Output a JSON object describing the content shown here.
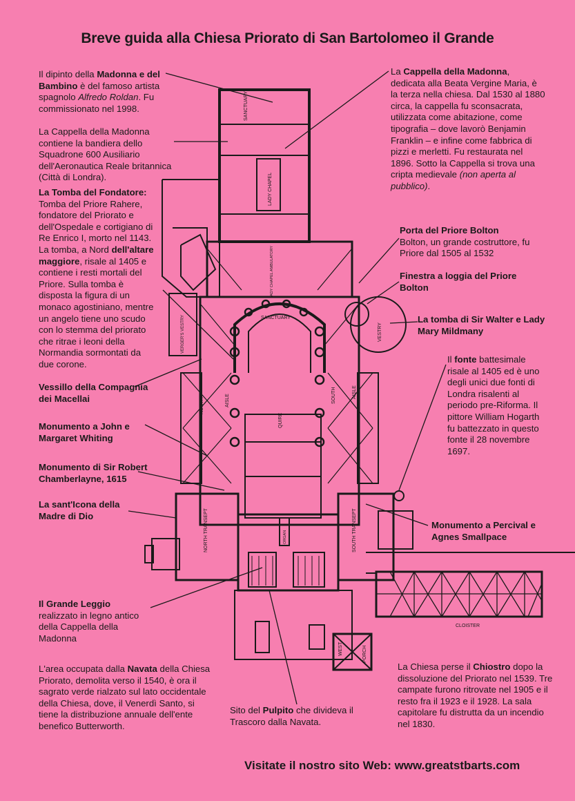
{
  "title": "Breve guida alla Chiesa Priorato di San Bartolomeo il Grande",
  "left_notes": {
    "madonna_painting": {
      "p1": "Il dipinto della ",
      "b1": "Madonna e del Bambino",
      "p2": " è del famoso artista spagnolo ",
      "i1": "Alfredo Roldan",
      "p3": ". Fu commissionato nel 1998."
    },
    "squadron_flag": "La Cappella della Madonna contiene la bandiera dello Squadrone 600 Ausiliario dell'Aeronautica Reale britannica (Città di Londra).",
    "founder_tomb": {
      "b1": "La Tomba del Fondatore:",
      "p1": " Tomba del Priore Rahere, fondatore del Priorato e dell'Ospedale e cortigiano di Re Enrico I, morto nel 1143. La tomba, a Nord ",
      "b2": "dell'altare maggiore",
      "p2": ", risale al 1405 e contiene i resti mortali del Priore. Sulla tomba è disposta la figura di un monaco agostiniano, mentre un angelo tiene uno scudo con lo stemma del priorato che ritrae i leoni della Normandia sormontati da due corone."
    },
    "butchers_banner": "Vessillo della Compagnia dei Macellai",
    "whiting_monument": "Monumento a John e Margaret Whiting",
    "chamberlayne": "Monumento di Sir Robert Chamberlayne, 1615",
    "icon": "La sant'Icona della Madre di Dio",
    "lectern": {
      "b1": "Il Grande Leggio",
      "p1": " realizzato in legno antico della Cappella della Madonna"
    },
    "nave": {
      "p1": "L'area occupata dalla ",
      "b1": "Navata",
      "p2": " della Chiesa Priorato, demolita verso il 1540, è ora il sagrato verde rialzato sul lato occidentale della Chiesa, dove, il Venerdì Santo, si tiene la distribuzione annuale dell'ente benefico Butterworth."
    }
  },
  "right_notes": {
    "lady_chapel": {
      "p1": "La ",
      "b1": "Cappella della Madonna",
      "p2": ", dedicata alla Beata Vergine Maria, è la terza nella chiesa. Dal 1530 al 1880 circa, la cappella fu sconsacrata, utilizzata come abitazione, come tipografia – dove lavorò Benjamin Franklin – e infine come fabbrica di pizzi e merletti. Fu restaurata nel 1896. Sotto la Cappella si trova una cripta medievale ",
      "i1": "(non aperta al pubblico)",
      "p3": "."
    },
    "bolton_door": {
      "b1": "Porta del Priore Bolton",
      "p1": "Bolton, un grande costruttore, fu Priore dal 1505 al 1532"
    },
    "bolton_window": "Finestra a loggia del Priore Bolton",
    "mildmay_tomb": "La tomba di Sir Walter e Lady Mary Mildmany",
    "font": {
      "p1": "Il ",
      "b1": "fonte",
      "p2": " battesimale risale al 1405 ed è uno degli unici due fonti di Londra risalenti al periodo pre-Riforma. Il pittore William Hogarth fu battezzato in questo fonte il 28 novembre 1697."
    },
    "smallpace": "Monumento a Percival e Agnes Smallpace",
    "cloister": {
      "p1": "La Chiesa perse il ",
      "b1": "Chiostro",
      "p2": " dopo la dissoluzione del Priorato nel 1539. Tre campate furono ritrovate nel 1905 e il resto fra il 1923 e il 1928. La sala capitolare fu distrutta da un incendio nel 1830."
    },
    "pulpit": {
      "p1": "Sito del ",
      "b1": "Pulpito",
      "p2": " che divideva il Trascoro dalla Navata."
    }
  },
  "plan_labels": {
    "sanctuary_top": "SANCTUARY",
    "lady_chapel": "LADY CHAPEL",
    "ambulatory": "LADY CHAPEL AMBULATORY",
    "sanctuary": "SANCTUARY",
    "vergers_vestry": "VERGER'S VESTRY",
    "vestry": "VESTRY",
    "north_aisle": "NORTH",
    "aisle_n": "AISLE",
    "quire": "QUIRE",
    "south_aisle": "SOUTH",
    "aisle_s": "AISLE",
    "north_transept": "NORTH TRANSEPT",
    "south_transept": "SOUTH TRANSEPT",
    "organ": "ORGAN",
    "cloister": "CLOISTER",
    "west": "WEST",
    "porch": "PORCH"
  },
  "footer": {
    "web": "Visitate il nostro sito Web: www.greatstbarts.com"
  },
  "colors": {
    "paper": "#f77fb0",
    "ink": "#1a1a1a"
  }
}
